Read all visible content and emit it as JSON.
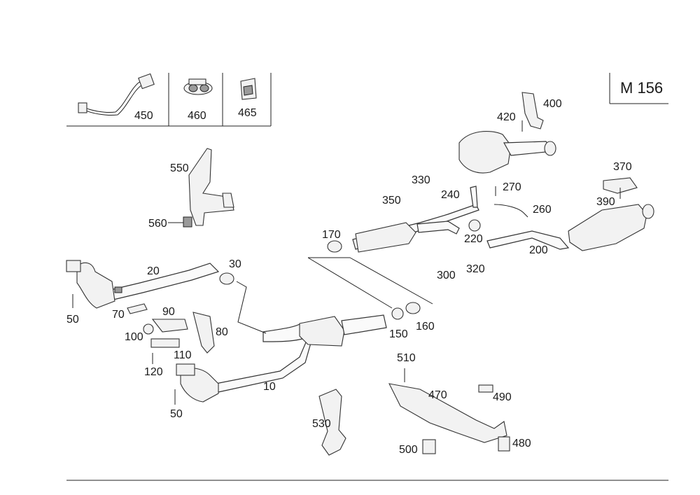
{
  "engine_code": "M 156",
  "inset_parts": [
    "450",
    "460",
    "465"
  ],
  "parts": {
    "p10": "10",
    "p20": "20",
    "p30": "30",
    "p50a": "50",
    "p50b": "50",
    "p70": "70",
    "p80": "80",
    "p90": "90",
    "p100": "100",
    "p110": "110",
    "p120": "120",
    "p150": "150",
    "p160": "160",
    "p170": "170",
    "p200": "200",
    "p220": "220",
    "p240": "240",
    "p260": "260",
    "p270": "270",
    "p300": "300",
    "p320": "320",
    "p330": "330",
    "p350": "350",
    "p370": "370",
    "p390": "390",
    "p400": "400",
    "p420": "420",
    "p470": "470",
    "p480": "480",
    "p490": "490",
    "p500": "500",
    "p510": "510",
    "p530": "530",
    "p550": "550",
    "p560": "560"
  }
}
